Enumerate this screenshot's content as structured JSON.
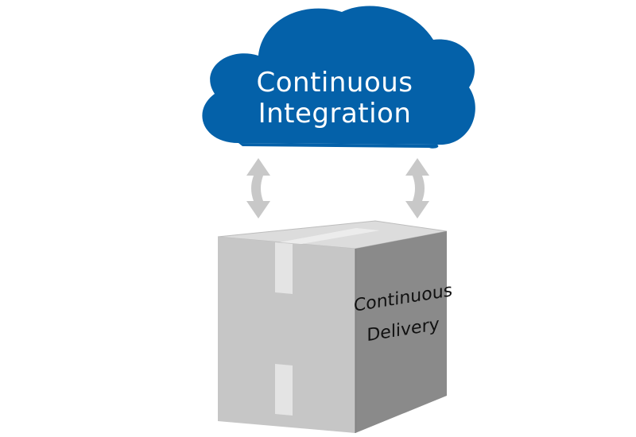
{
  "cloud": {
    "line1": "Continuous",
    "line2": "Integration",
    "color": "#0461a9"
  },
  "box": {
    "line1": "Continuous",
    "line2": "Delivery",
    "front_color": "#c8c8c8",
    "side_color": "#8c8c8c",
    "top_color": "#dcdcdc",
    "tape_color": "#e6e6e6"
  },
  "arrows": {
    "color": "#c8c8c8",
    "icon": "double-vertical-arrow-icon"
  }
}
